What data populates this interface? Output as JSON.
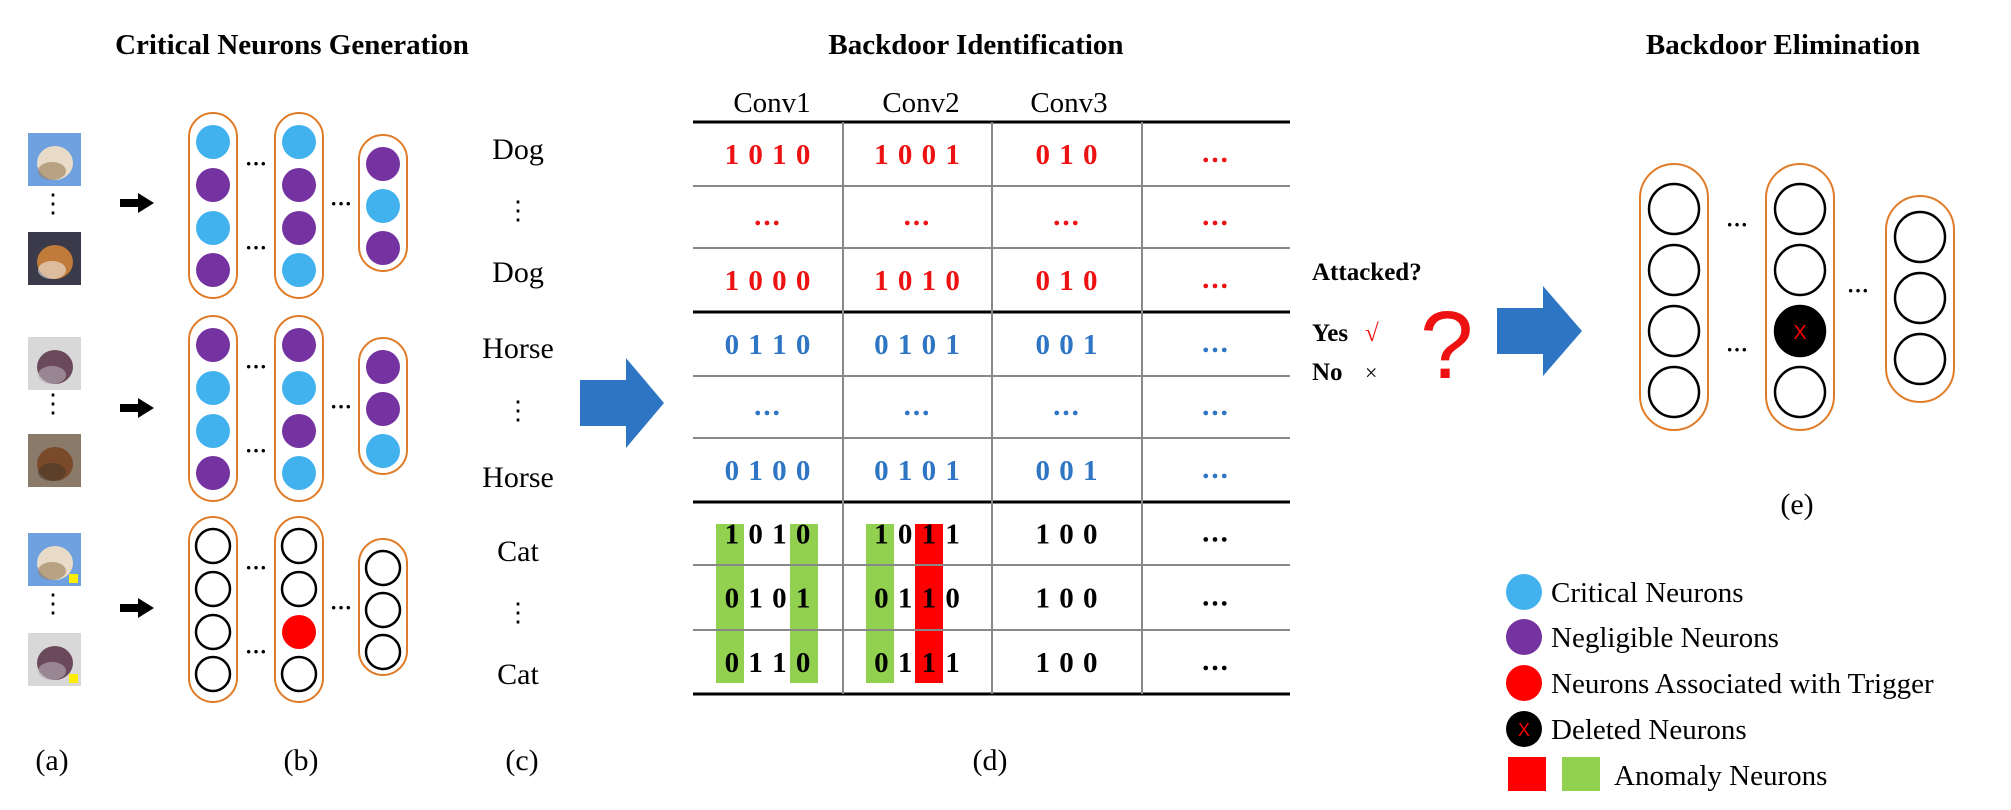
{
  "headings": {
    "generation": "Critical Neurons Generation",
    "identification": "Backdoor Identification",
    "elimination": "Backdoor Elimination"
  },
  "panel_labels": {
    "a": "(a)",
    "b": "(b)",
    "c": "(c)",
    "d": "(d)",
    "e": "(e)"
  },
  "vdots": "⋮",
  "hdots": "···",
  "class_labels": [
    "Dog",
    "Dog",
    "Horse",
    "Horse",
    "Cat",
    "Cat"
  ],
  "thumbnails": [
    {
      "name": "dog",
      "colors": [
        "#6fa0e0",
        "#e8dcc8",
        "#9a7a55"
      ],
      "trigger": false
    },
    {
      "name": "dog",
      "colors": [
        "#3a3a4a",
        "#c07a3a",
        "#f0e8e0"
      ],
      "trigger": false
    },
    {
      "name": "horse",
      "colors": [
        "#d8d8d8",
        "#6a4a5a",
        "#b8b0b8"
      ],
      "trigger": false
    },
    {
      "name": "horse",
      "colors": [
        "#8a7a6a",
        "#7a4a2a",
        "#4a3a2a"
      ],
      "trigger": false
    },
    {
      "name": "dog-triggered",
      "colors": [
        "#6fa0e0",
        "#e8dcc8",
        "#9a7a55"
      ],
      "trigger": true
    },
    {
      "name": "horse-triggered",
      "colors": [
        "#d8d8d8",
        "#6a4a5a",
        "#b8b0b8"
      ],
      "trigger": true
    }
  ],
  "neuron_groups": [
    {
      "col1": [
        "critical",
        "negligible",
        "critical",
        "negligible"
      ],
      "col2": [
        "critical",
        "negligible",
        "negligible",
        "critical"
      ],
      "col3": [
        "negligible",
        "critical",
        "negligible"
      ]
    },
    {
      "col1": [
        "negligible",
        "critical",
        "critical",
        "negligible"
      ],
      "col2": [
        "negligible",
        "critical",
        "negligible",
        "critical"
      ],
      "col3": [
        "negligible",
        "negligible",
        "critical"
      ]
    },
    {
      "col1": [
        "empty",
        "empty",
        "empty",
        "empty"
      ],
      "col2": [
        "empty",
        "empty",
        "trigger",
        "empty"
      ],
      "col3": [
        "empty",
        "empty",
        "empty"
      ]
    }
  ],
  "table": {
    "columns": [
      "Conv1",
      "Conv2",
      "Conv3",
      ""
    ],
    "rows": [
      {
        "cells": [
          "1 0 1 0",
          "1 0 0 1",
          "0 1 0",
          "..."
        ],
        "color": "red"
      },
      {
        "cells": [
          "...",
          "...",
          "...",
          "..."
        ],
        "color": "red"
      },
      {
        "cells": [
          "1 0 0 0",
          "1 0 1 0",
          "0 1 0",
          "..."
        ],
        "color": "red"
      },
      {
        "cells": [
          "0 1 1 0",
          "0 1 0 1",
          "0 0 1",
          "..."
        ],
        "color": "blue"
      },
      {
        "cells": [
          "...",
          "...",
          "...",
          "..."
        ],
        "color": "blue"
      },
      {
        "cells": [
          "0 1 0 0",
          "0 1 0 1",
          "0 0 1",
          "..."
        ],
        "color": "blue"
      },
      {
        "cells": [
          "1 0 1 0",
          "1 0 1 1",
          "1 0 0",
          "..."
        ],
        "color": "black"
      },
      {
        "cells": [
          "0 1 0 1",
          "0 1 1 0",
          "1 0 0",
          "..."
        ],
        "color": "black"
      },
      {
        "cells": [
          "0 1 1 0",
          "0 1 1 1",
          "1 0 0",
          "..."
        ],
        "color": "black"
      }
    ]
  },
  "attack": {
    "question": "Attacked?",
    "yes": "Yes",
    "yes_mark": "√",
    "no": "No",
    "no_mark": "×",
    "big_mark": "?"
  },
  "deleted_mark": "X",
  "legend": [
    {
      "label": "Critical Neurons",
      "icon": "critical"
    },
    {
      "label": "Negligible Neurons",
      "icon": "negligible"
    },
    {
      "label": "Neurons Associated with Trigger",
      "icon": "trigger"
    },
    {
      "label": "Deleted Neurons",
      "icon": "deleted"
    },
    {
      "label": "Anomaly Neurons",
      "icon": "anomaly"
    }
  ],
  "colors": {
    "critical": "#41b2ee",
    "negligible": "#7433a0",
    "trigger": "#ff0000",
    "anomaly_green": "#92d050",
    "anomaly_red": "#ff0000",
    "container": "#e07b28",
    "arrow_blue": "#2e75c4",
    "text_red": "#ee1111",
    "text_blue": "#2e75c4"
  }
}
